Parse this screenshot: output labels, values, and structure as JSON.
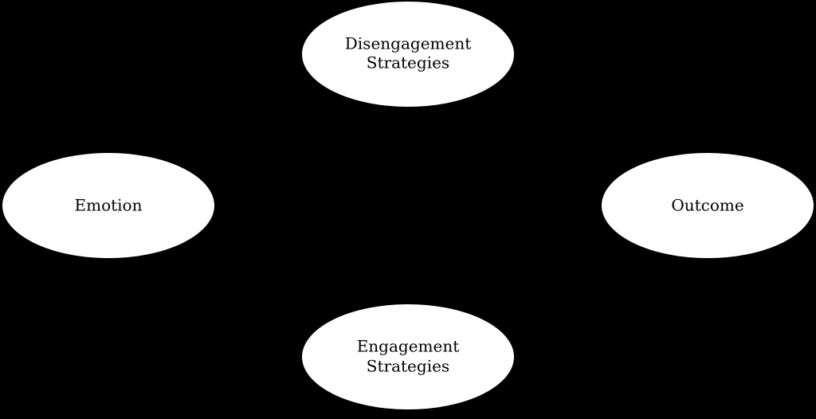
{
  "diagram": {
    "background_color": "#000000",
    "node_fill_color": "#ffffff",
    "text_color": "#000000",
    "nodes": {
      "disengagement": {
        "line1": "Disengagement",
        "line2": "Strategies"
      },
      "emotion": {
        "label": "Emotion"
      },
      "outcome": {
        "label": "Outcome"
      },
      "engagement": {
        "line1": "Engagement",
        "line2": "Strategies"
      }
    }
  }
}
